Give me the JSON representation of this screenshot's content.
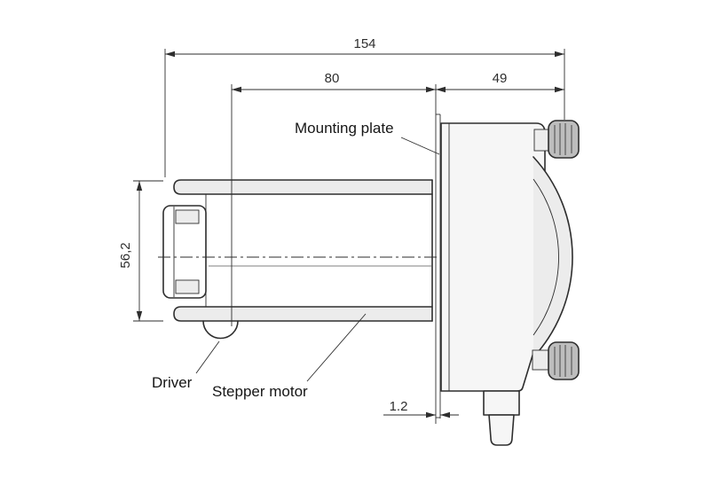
{
  "dimensions": {
    "overall_length": "154",
    "motor_length": "80",
    "head_depth": "49",
    "body_height": "56,2",
    "plate_thickness": "1.2"
  },
  "labels": {
    "mounting_plate": "Mounting plate",
    "driver": "Driver",
    "stepper_motor": "Stepper motor"
  },
  "theme": {
    "background": "#ffffff",
    "line-color": "#2e2e2e",
    "shade-color": "#bdbdbd",
    "light-shade": "#ececec"
  }
}
